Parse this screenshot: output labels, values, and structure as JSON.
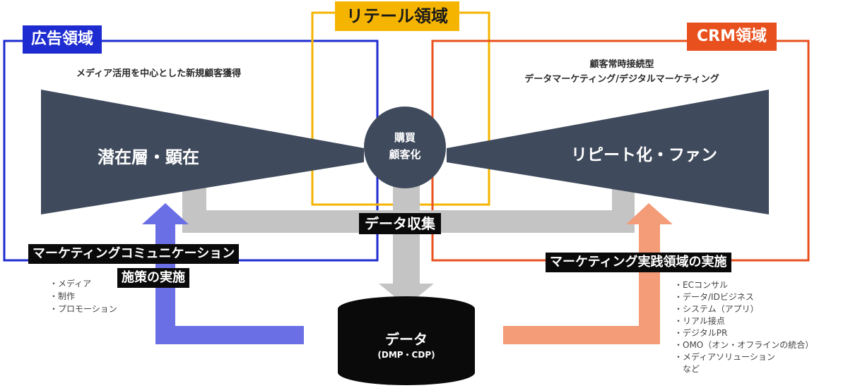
{
  "regions": {
    "ad_label": "広告領域",
    "retail_label": "リテール領域",
    "crm_label": "CRM領域"
  },
  "ad": {
    "subtitle": "メディア活用を中心とした新規顧客獲得",
    "funnel_text": "潜在層・顕在",
    "caption_line1": "マーケティングコミュニケーション",
    "caption_line2": "施策の実施",
    "bullets": [
      "・メディア",
      "・制作",
      "・プロモーション"
    ]
  },
  "center": {
    "line1": "購買",
    "line2": "顧客化",
    "collect_label": "データ収集",
    "db_title": "データ",
    "db_sub": "(DMP・CDP)"
  },
  "crm": {
    "subtitle_line1": "顧客常時接続型",
    "subtitle_line2": "データマーケティング/デジタルマーケティング",
    "funnel_text": "リピート化・ファン",
    "caption": "マーケティング実践領域の実施",
    "bullets": [
      "・ECコンサル",
      "・データ/IDビジネス",
      "・システム（アプリ）",
      "・リアル接点",
      "・デジタルPR",
      "・OMO（オン・オフラインの統合）",
      "・メディアソリューション",
      "　など"
    ]
  },
  "colors": {
    "ad_blue": "#1e2bd0",
    "retail_yellow": "#f4b400",
    "crm_red": "#e8501e",
    "funnel": "#3f4a5c",
    "gray_arrow": "#c4c4c4",
    "blue_arrow": "#6b6fe6",
    "orange_arrow": "#f49b78"
  }
}
